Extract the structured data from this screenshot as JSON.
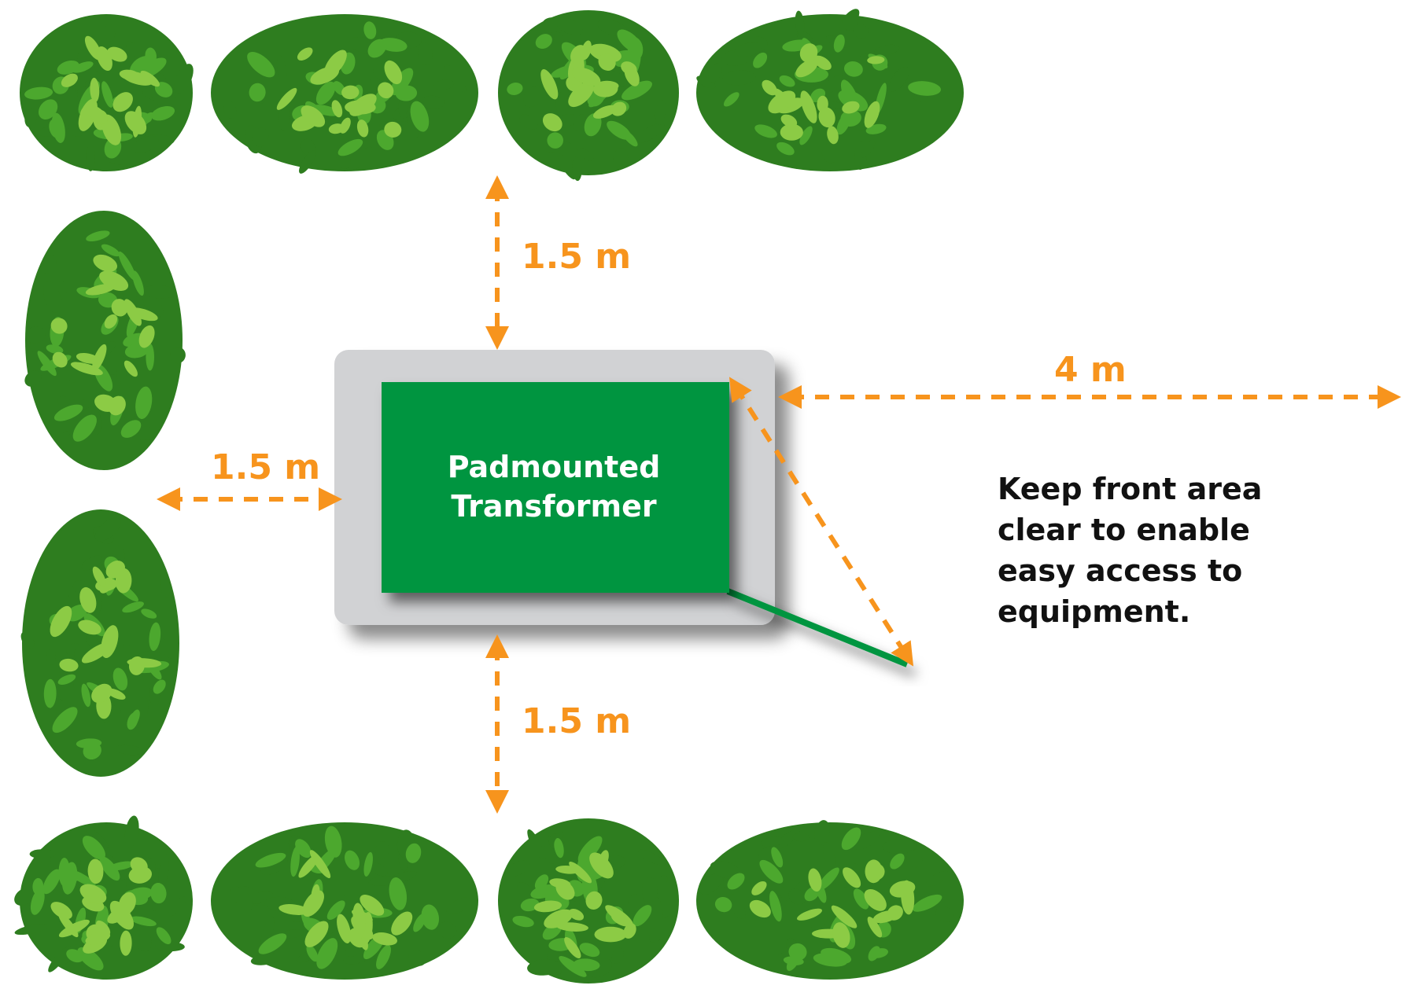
{
  "transformer": {
    "label_line1": "Padmounted",
    "label_line2": "Transformer"
  },
  "clearances": {
    "top": "1.5 m",
    "left": "1.5 m",
    "bottom": "1.5 m",
    "front": "4 m"
  },
  "note": {
    "line1": "Keep front area",
    "line2": "clear to enable",
    "line3": "easy access to",
    "line4": "equipment."
  },
  "colors": {
    "arrow": "#F7941D",
    "transformer": "#00953F",
    "pad": "#D1D2D4",
    "shrub_dark": "#2E7D1F",
    "shrub_mid": "#4CA82E",
    "shrub_light": "#8CCB45",
    "note_text": "#111111"
  },
  "icons": {
    "shrub": "shrub-icon",
    "arrow": "double-arrow"
  }
}
